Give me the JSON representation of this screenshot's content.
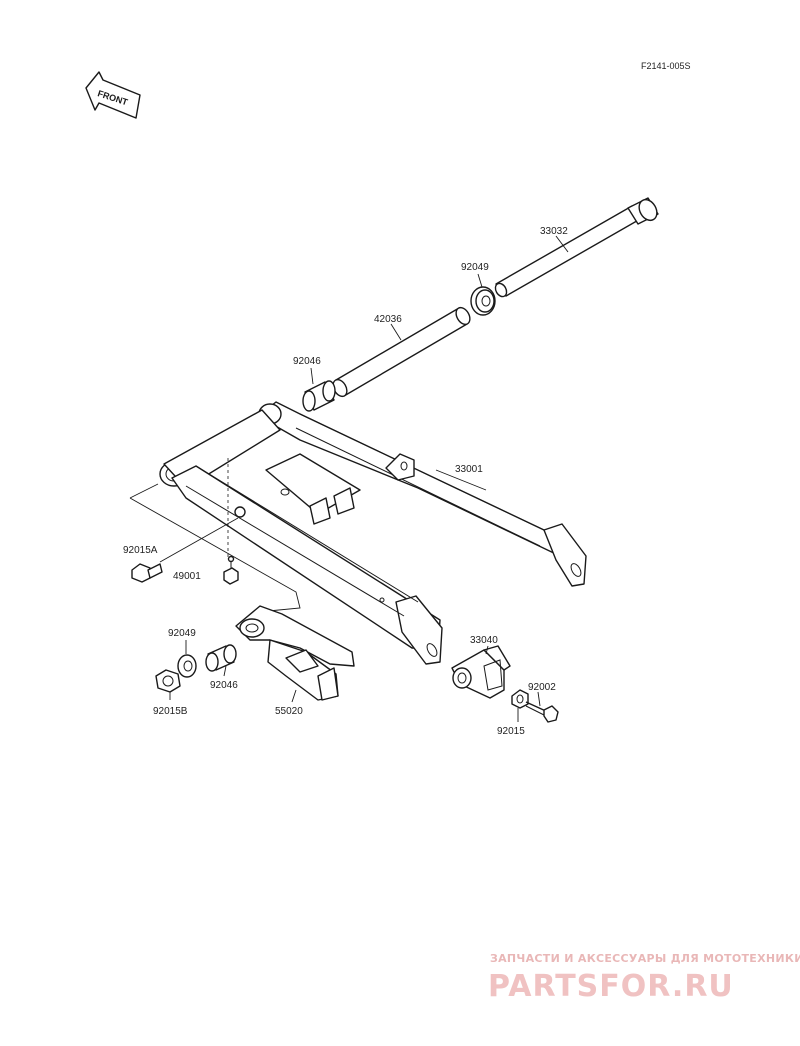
{
  "diagram_code": "F2141-005S",
  "front_label": "FRONT",
  "part_numbers": {
    "p33032": "33032",
    "p92049a": "92049",
    "p42036": "42036",
    "p92046a": "92046",
    "p33001": "33001",
    "p92015A": "92015A",
    "p49001": "49001",
    "p92049b": "92049",
    "p92046b": "92046",
    "p92015B": "92015B",
    "p55020": "55020",
    "p33040": "33040",
    "p92002": "92002",
    "p92015": "92015"
  },
  "watermark": {
    "tagline": "ЗАПЧАСТИ И АКСЕССУАРЫ ДЛЯ МОТОТЕХНИКИ",
    "brand": "PARTSFOR.RU",
    "color": "#e9b7b7"
  }
}
